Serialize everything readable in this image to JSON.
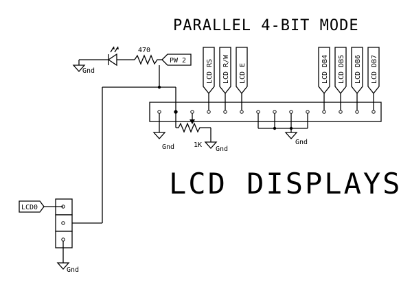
{
  "title": "PARALLEL 4-BIT MODE",
  "main_label": "LCD DISPLAYS",
  "resistor_value": "470",
  "pot_value": "1K",
  "power_tag": "PW 2",
  "input_tag": "LCD0",
  "ground_label": "Gnd",
  "signals": {
    "rs": "LCD RS",
    "rw": "LCD R/W",
    "e": "LCD E",
    "db4": "LCD DB4",
    "db5": "LCD DB5",
    "db6": "LCD DB6",
    "db7": "LCD DB7"
  }
}
